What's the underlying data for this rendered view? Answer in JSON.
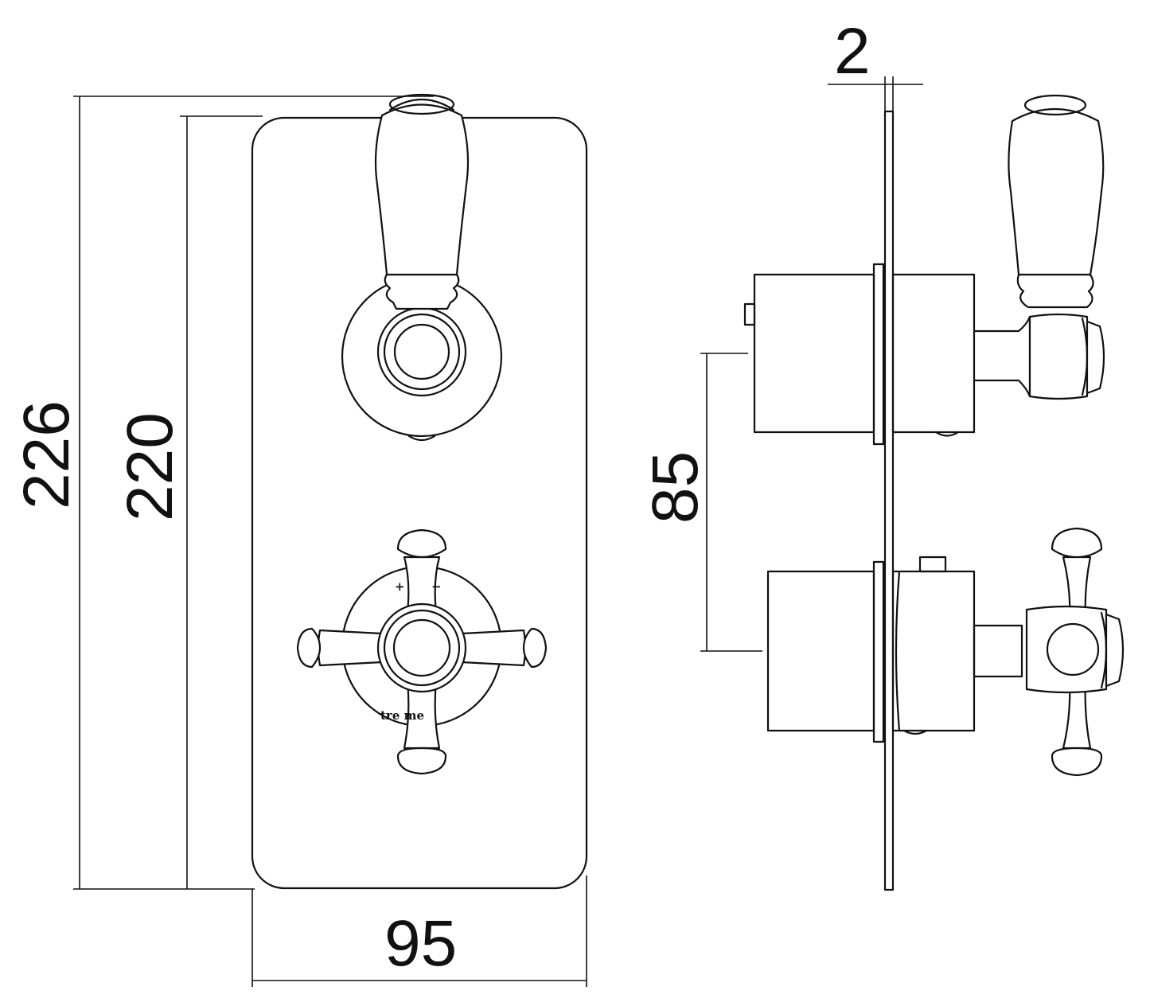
{
  "drawing": {
    "dimensions": {
      "total_height": "226",
      "plate_height": "220",
      "plate_width": "95",
      "spindle_spacing": "85",
      "plate_thickness": "2"
    },
    "brand_mark": "tre   me"
  }
}
